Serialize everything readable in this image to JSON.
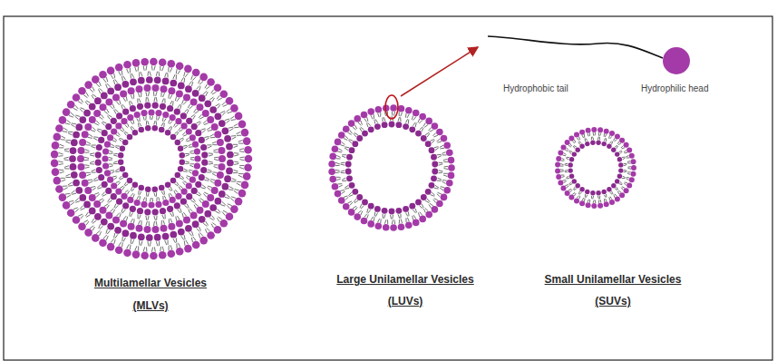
{
  "diagram": {
    "labels": [
      "Hydrophobic tail",
      "Hydrophilic head",
      "Multilamellar Vesicles",
      "(MLVs)",
      "Large Unilamellar Vesicles",
      "(LUVs)",
      "Small Unilamellar Vesicles",
      "(SUVs)"
    ]
  }
}
